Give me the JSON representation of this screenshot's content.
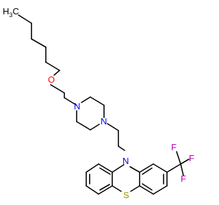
{
  "molecule": {
    "atom_labels": {
      "methyl": "H",
      "methyl_carbon": "C",
      "methyl_count": "3",
      "ether_oxygen": "O",
      "piperazine_n1": "N",
      "piperazine_n2": "N",
      "ring_nitrogen": "N",
      "ring_sulfur": "S",
      "fluorine_1": "F",
      "fluorine_2": "F",
      "fluorine_3": "F"
    },
    "colors": {
      "bond": "#000000",
      "carbon": "#000000",
      "oxygen": "#ff0000",
      "nitrogen": "#0000ff",
      "sulfur": "#999900",
      "fluorine": "#bf00bf"
    }
  }
}
